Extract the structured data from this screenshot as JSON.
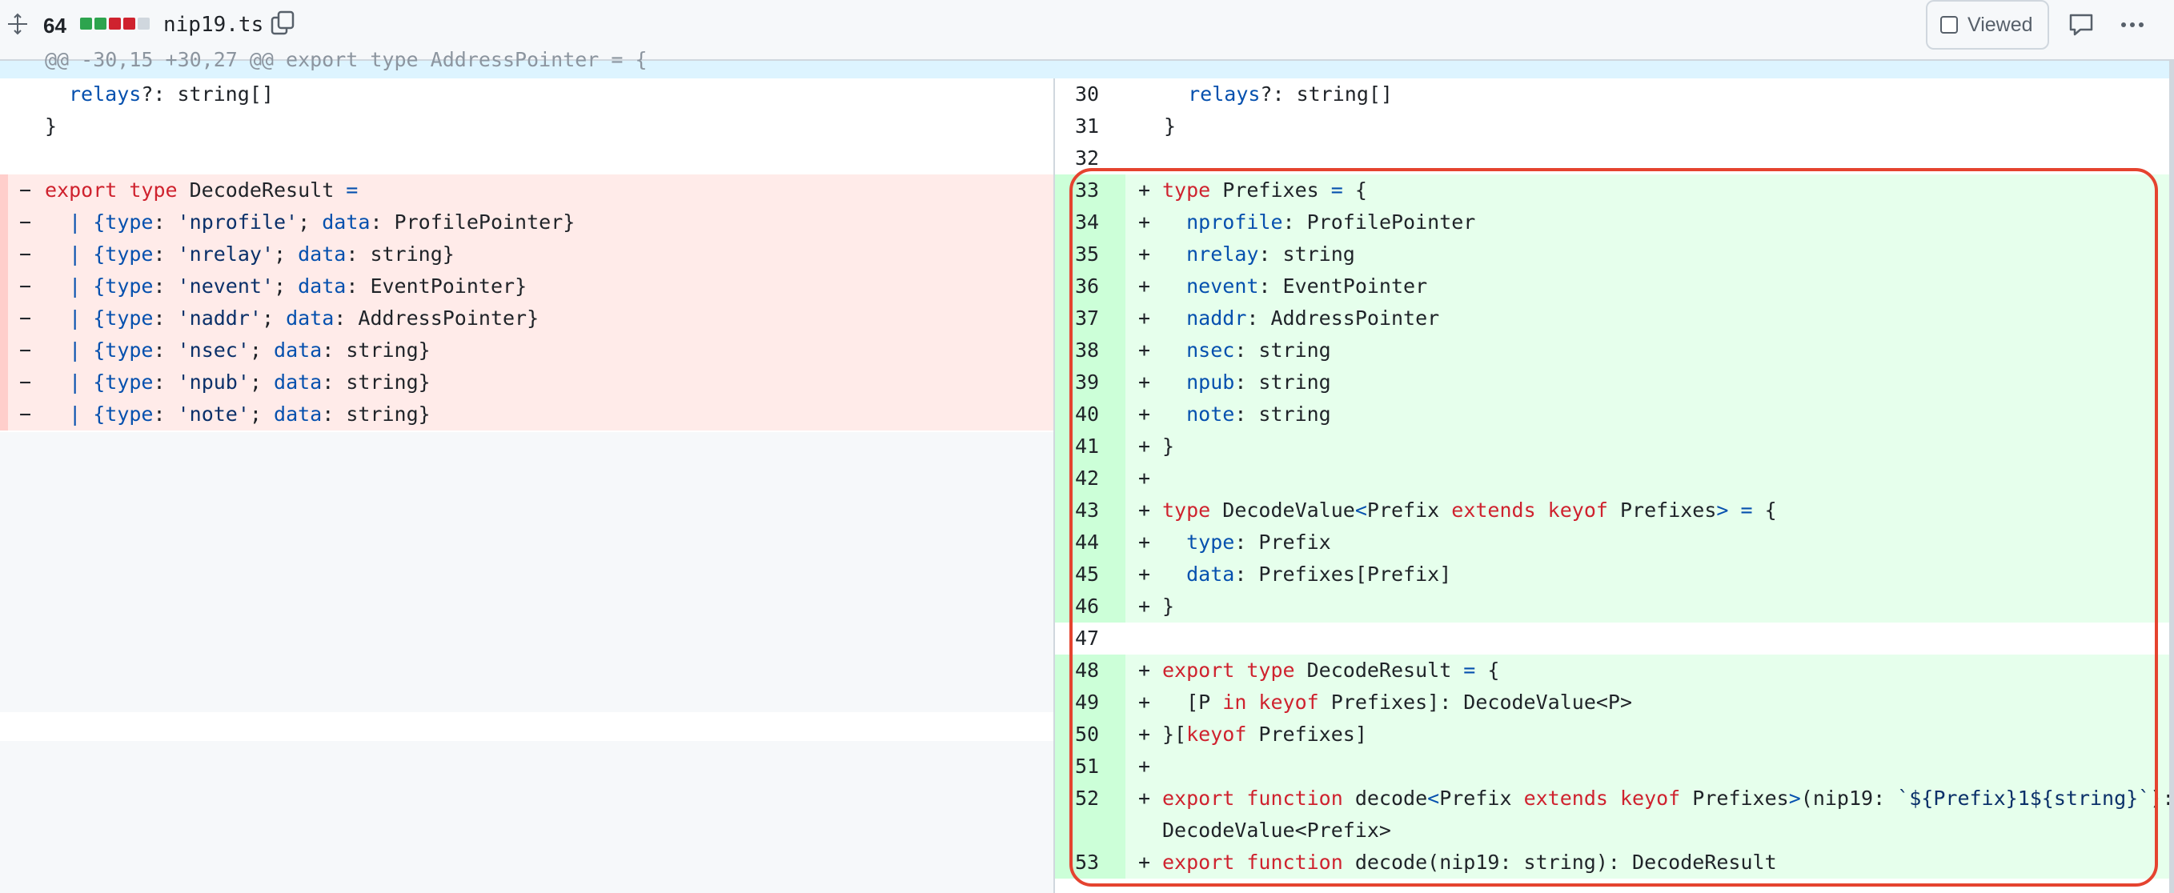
{
  "header": {
    "stat_count": "64",
    "stat_blocks": [
      "#2da44e",
      "#2da44e",
      "#cf222e",
      "#cf222e",
      "#d0d7de"
    ],
    "filename": "nip19.ts",
    "viewed_label": "Viewed",
    "icons": [
      "drag-handle-icon",
      "copy-icon",
      "comment-icon",
      "kebab-menu-icon"
    ]
  },
  "hunk_header": "@@ -30,15 +30,27 @@ export type AddressPointer = {",
  "left": {
    "context": [
      {
        "prop": "relays",
        "rest": "?: string[]"
      },
      {
        "text": "}"
      }
    ],
    "deletions": [
      {
        "kw": "export type",
        "name": " DecodeResult",
        "op": " ="
      },
      {
        "lead": "  | {",
        "t": "type",
        "tv": "'nprofile'",
        "d": "data",
        "dv": "ProfilePointer}"
      },
      {
        "lead": "  | {",
        "t": "type",
        "tv": "'nrelay'",
        "d": "data",
        "dv": "string}"
      },
      {
        "lead": "  | {",
        "t": "type",
        "tv": "'nevent'",
        "d": "data",
        "dv": "EventPointer}"
      },
      {
        "lead": "  | {",
        "t": "type",
        "tv": "'naddr'",
        "d": "data",
        "dv": "AddressPointer}"
      },
      {
        "lead": "  | {",
        "t": "type",
        "tv": "'nsec'",
        "d": "data",
        "dv": "string}"
      },
      {
        "lead": "  | {",
        "t": "type",
        "tv": "'npub'",
        "d": "data",
        "dv": "string}"
      },
      {
        "lead": "  | {",
        "t": "type",
        "tv": "'note'",
        "d": "data",
        "dv": "string}"
      }
    ]
  },
  "right": {
    "lines": [
      {
        "n": "30",
        "kind": "ctx",
        "parts": [
          {
            "t": "  "
          },
          {
            "t": "relays",
            "c": "pr"
          },
          {
            "t": "?: string[]"
          }
        ]
      },
      {
        "n": "31",
        "kind": "ctx",
        "parts": [
          {
            "t": "}"
          }
        ]
      },
      {
        "n": "32",
        "kind": "ctx",
        "parts": []
      },
      {
        "n": "33",
        "kind": "add",
        "parts": [
          {
            "t": "type",
            "c": "kw"
          },
          {
            "t": " Prefixes "
          },
          {
            "t": "=",
            "c": "pr"
          },
          {
            "t": " {"
          }
        ]
      },
      {
        "n": "34",
        "kind": "add",
        "parts": [
          {
            "t": "  "
          },
          {
            "t": "nprofile",
            "c": "pr"
          },
          {
            "t": ": ProfilePointer"
          }
        ]
      },
      {
        "n": "35",
        "kind": "add",
        "parts": [
          {
            "t": "  "
          },
          {
            "t": "nrelay",
            "c": "pr"
          },
          {
            "t": ": string"
          }
        ]
      },
      {
        "n": "36",
        "kind": "add",
        "parts": [
          {
            "t": "  "
          },
          {
            "t": "nevent",
            "c": "pr"
          },
          {
            "t": ": EventPointer"
          }
        ]
      },
      {
        "n": "37",
        "kind": "add",
        "parts": [
          {
            "t": "  "
          },
          {
            "t": "naddr",
            "c": "pr"
          },
          {
            "t": ": AddressPointer"
          }
        ]
      },
      {
        "n": "38",
        "kind": "add",
        "parts": [
          {
            "t": "  "
          },
          {
            "t": "nsec",
            "c": "pr"
          },
          {
            "t": ": string"
          }
        ]
      },
      {
        "n": "39",
        "kind": "add",
        "parts": [
          {
            "t": "  "
          },
          {
            "t": "npub",
            "c": "pr"
          },
          {
            "t": ": string"
          }
        ]
      },
      {
        "n": "40",
        "kind": "add",
        "parts": [
          {
            "t": "  "
          },
          {
            "t": "note",
            "c": "pr"
          },
          {
            "t": ": string"
          }
        ]
      },
      {
        "n": "41",
        "kind": "add",
        "parts": [
          {
            "t": "}"
          }
        ]
      },
      {
        "n": "42",
        "kind": "add",
        "parts": []
      },
      {
        "n": "43",
        "kind": "add",
        "parts": [
          {
            "t": "type",
            "c": "kw"
          },
          {
            "t": " DecodeValue"
          },
          {
            "t": "<",
            "c": "pr"
          },
          {
            "t": "Prefix "
          },
          {
            "t": "extends keyof",
            "c": "kw"
          },
          {
            "t": " Prefixes"
          },
          {
            "t": ">",
            "c": "pr"
          },
          {
            "t": " "
          },
          {
            "t": "=",
            "c": "pr"
          },
          {
            "t": " {"
          }
        ]
      },
      {
        "n": "44",
        "kind": "add",
        "parts": [
          {
            "t": "  "
          },
          {
            "t": "type",
            "c": "pr"
          },
          {
            "t": ": Prefix"
          }
        ]
      },
      {
        "n": "45",
        "kind": "add",
        "parts": [
          {
            "t": "  "
          },
          {
            "t": "data",
            "c": "pr"
          },
          {
            "t": ": Prefixes[Prefix]"
          }
        ]
      },
      {
        "n": "46",
        "kind": "add",
        "parts": [
          {
            "t": "}"
          }
        ]
      },
      {
        "n": "47",
        "kind": "ctx",
        "parts": []
      },
      {
        "n": "48",
        "kind": "add",
        "parts": [
          {
            "t": "export type",
            "c": "kw"
          },
          {
            "t": " DecodeResult "
          },
          {
            "t": "=",
            "c": "pr"
          },
          {
            "t": " {"
          }
        ]
      },
      {
        "n": "49",
        "kind": "add",
        "parts": [
          {
            "t": "  [P "
          },
          {
            "t": "in keyof",
            "c": "kw"
          },
          {
            "t": " Prefixes]: DecodeValue<P>"
          }
        ]
      },
      {
        "n": "50",
        "kind": "add",
        "parts": [
          {
            "t": "}["
          },
          {
            "t": "keyof",
            "c": "kw"
          },
          {
            "t": " Prefixes]"
          }
        ]
      },
      {
        "n": "51",
        "kind": "add",
        "parts": []
      },
      {
        "n": "52",
        "kind": "add",
        "parts": [
          {
            "t": "export function",
            "c": "kw"
          },
          {
            "t": " decode"
          },
          {
            "t": "<",
            "c": "pr"
          },
          {
            "t": "Prefix "
          },
          {
            "t": "extends keyof",
            "c": "kw"
          },
          {
            "t": " Prefixes"
          },
          {
            "t": ">",
            "c": "pr"
          },
          {
            "t": "(nip19: "
          },
          {
            "t": "`${Prefix}1${string}`",
            "c": "st"
          },
          {
            "t": "):"
          }
        ]
      },
      {
        "n": "",
        "kind": "addcont",
        "parts": [
          {
            "t": "DecodeValue<Prefix>"
          }
        ]
      },
      {
        "n": "53",
        "kind": "add",
        "parts": [
          {
            "t": "export function",
            "c": "kw"
          },
          {
            "t": " decode(nip19: string): DecodeResult"
          }
        ]
      }
    ]
  }
}
